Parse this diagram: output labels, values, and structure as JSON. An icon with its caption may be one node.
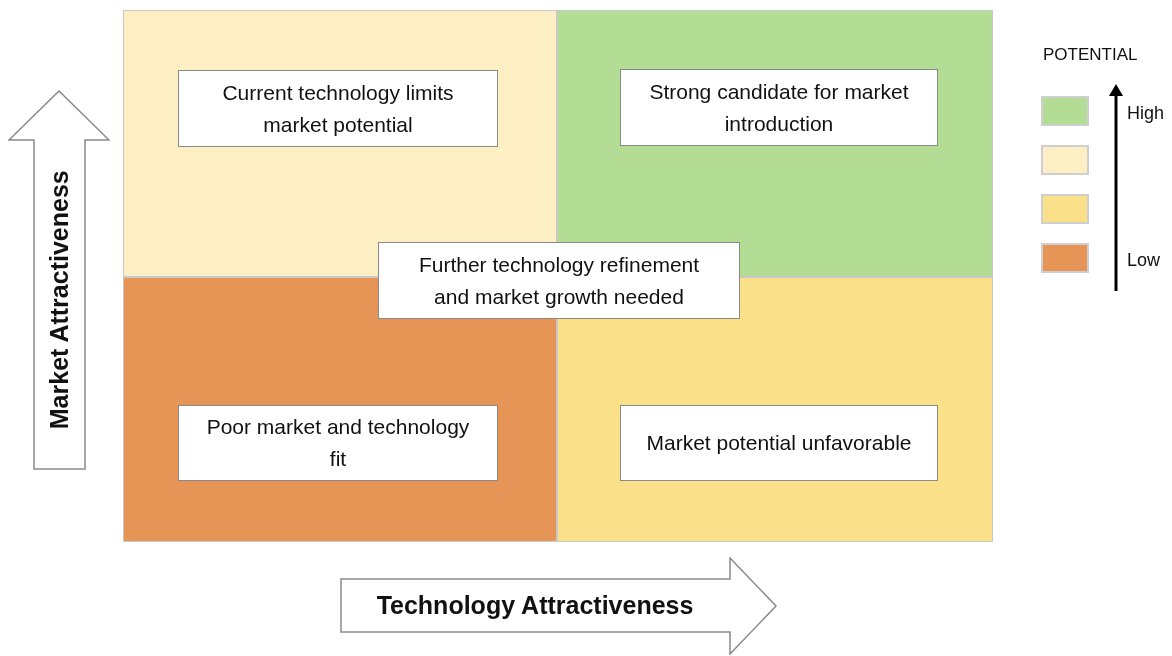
{
  "diagram": {
    "nodes": [
      {
        "text": [],
        "shape": "box"
      },
      {
        "text": [
          "Current technology limits market potential"
        ],
        "in": 0
      },
      {
        "text": [],
        "shape": "box"
      },
      {
        "text": [
          "Strong candidate for market introduction"
        ],
        "in": 2
      },
      {
        "text": [],
        "shape": "box"
      },
      {
        "text": [
          "Poor market and technology fit"
        ],
        "in": 4
      },
      {
        "text": [],
        "shape": "box"
      },
      {
        "text": [
          "Market potential unfavorable"
        ],
        "in": 6
      },
      {
        "text": [
          "Further technology refinement and market growth needed"
        ]
      },
      {
        "text": [
          "Market Attractiveness"
        ]
      },
      {
        "text": [
          "Technology Attractiveness"
        ]
      }
    ],
    "labels": [
      "POTENTIAL"
    ],
    "legend": [
      {
        "text": "High",
        "color": "#b3dc94"
      },
      {
        "text": "Low",
        "color": "#e79557"
      }
    ]
  }
}
